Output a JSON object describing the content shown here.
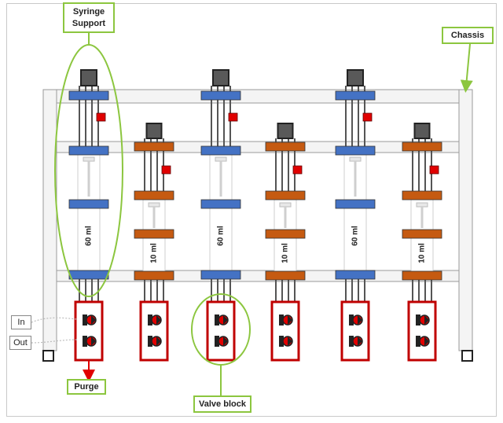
{
  "callouts": {
    "syringe_support": "Syringe\nSupport",
    "chassis": "Chassis",
    "valve_block": "Valve block",
    "purge": "Purge"
  },
  "ports": {
    "in": "In",
    "out": "Out"
  },
  "syringes": [
    {
      "volume_label": "60 ml",
      "size": "large"
    },
    {
      "volume_label": "10 ml",
      "size": "small"
    },
    {
      "volume_label": "60 ml",
      "size": "large"
    },
    {
      "volume_label": "10 ml",
      "size": "small"
    },
    {
      "volume_label": "60 ml",
      "size": "large"
    },
    {
      "volume_label": "10 ml",
      "size": "small"
    }
  ],
  "colors": {
    "chassis_fill": "#f4f4f4",
    "chassis_edge": "#9a9a9a",
    "support_clamp_blue": "#4472c4",
    "support_clamp_orange": "#c55a11",
    "motor_block": "#595959",
    "red_marker": "#e00000",
    "valve_block_border": "#c00000",
    "highlight_green": "#8cc63f"
  }
}
